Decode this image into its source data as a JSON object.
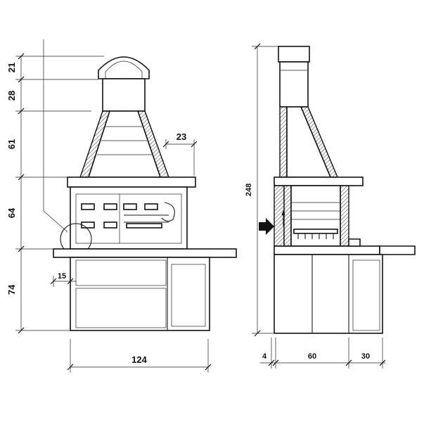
{
  "front_view": {
    "heights": [
      "21",
      "28",
      "61",
      "64",
      "74"
    ],
    "width_total": "124",
    "inner_offset": "15",
    "chimney_depth": "23"
  },
  "side_view": {
    "total_height": "248",
    "depth_a": "4",
    "depth_b": "60",
    "depth_c": "30"
  }
}
